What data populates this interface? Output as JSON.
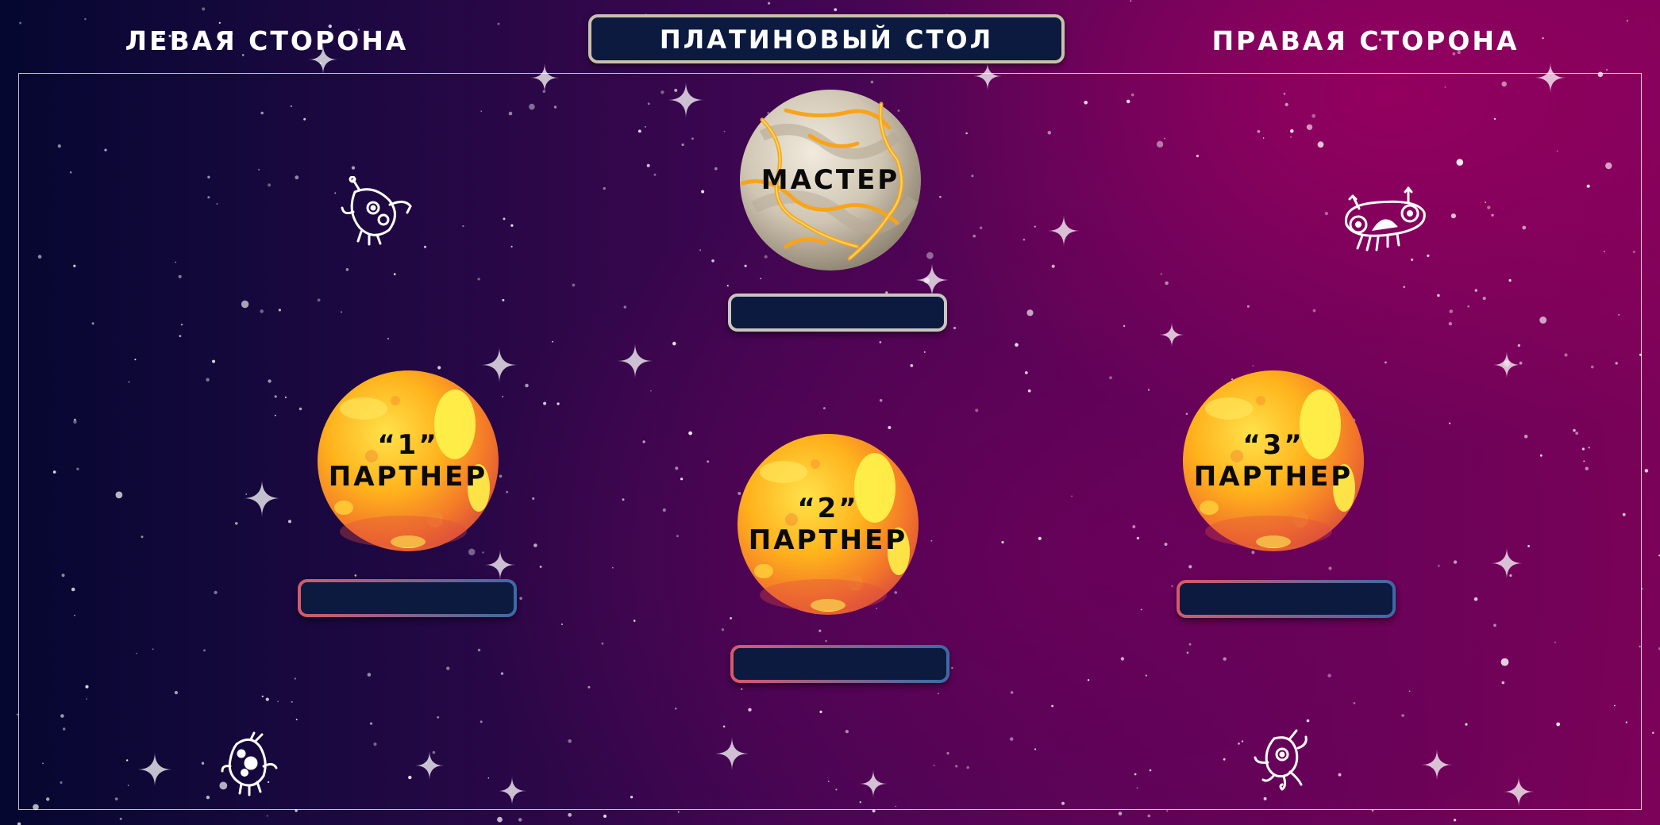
{
  "header": {
    "left_title": "ЛЕВАЯ СТОРОНА",
    "center_title": "ПЛАТИНОВЫЙ СТОЛ",
    "right_title": "ПРАВАЯ СТОРОНА"
  },
  "master": {
    "label": "МАСТЕР"
  },
  "partners": [
    {
      "number": "“1”",
      "label": "ПАРТНЕР"
    },
    {
      "number": "“2”",
      "label": "ПАРТНЕР"
    },
    {
      "number": "“3”",
      "label": "ПАРТНЕР"
    }
  ],
  "colors": {
    "background_left": "#050730",
    "background_right": "#7c0258",
    "slot_fill": "#0b1a3e",
    "master_slot_border": "#c9c6c0",
    "partner_slot_border_left": "#d85a6a",
    "partner_slot_border_right": "#3b6aa8"
  }
}
